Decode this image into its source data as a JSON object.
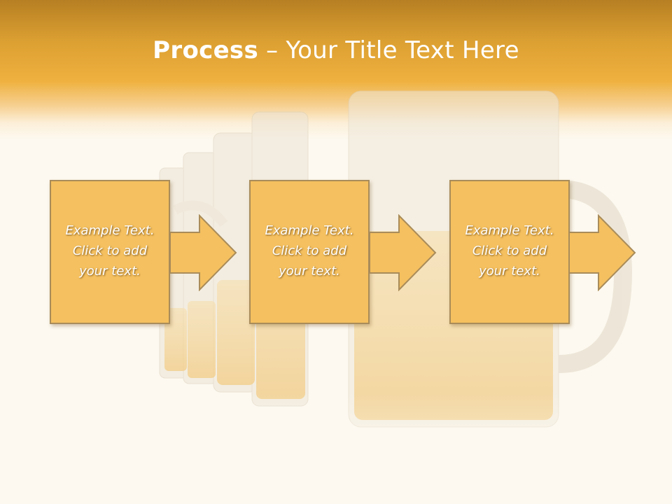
{
  "slide": {
    "title_bold": "Process",
    "title_rest": " – Your Title Text Here"
  },
  "steps": [
    {
      "text": "Example Text.\nClick  to add\nyour text."
    },
    {
      "text": "Example Text.\nClick  to add\nyour text."
    },
    {
      "text": "Example Text.\nClick  to add\nyour text."
    }
  ],
  "colors": {
    "header": "#efb13f",
    "box_fill": "#f5c05f",
    "box_border": "#a98c5a",
    "background": "#fdf9f0"
  }
}
